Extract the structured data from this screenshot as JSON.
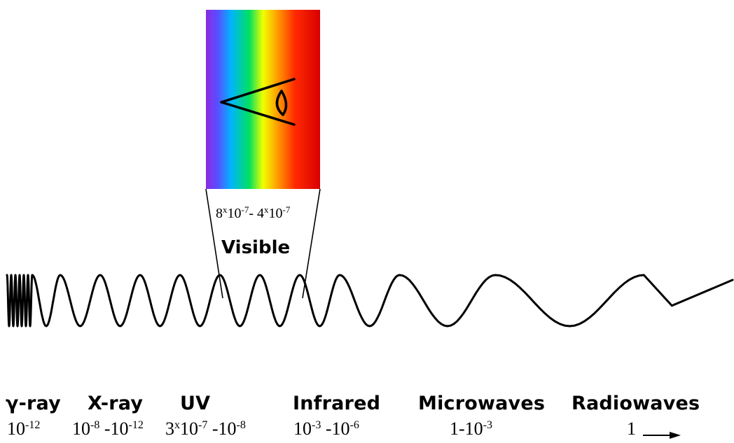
{
  "visible_band": {
    "label": "Visible",
    "range_parts": [
      "8",
      "x",
      "10",
      "-7",
      "- 4",
      "x",
      "10",
      "-7"
    ]
  },
  "bands": [
    {
      "label": "γ-ray",
      "range": [
        [
          "10",
          "-12"
        ]
      ]
    },
    {
      "label": "X-ray",
      "range": [
        [
          "10",
          "-8"
        ],
        [
          " -10",
          "-12"
        ]
      ]
    },
    {
      "label": "UV",
      "range": [
        [
          "3",
          "x"
        ],
        [
          "10",
          "-7"
        ],
        [
          " -10",
          "-8"
        ]
      ]
    },
    {
      "label": "Infrared",
      "range": [
        [
          "10",
          "-3"
        ],
        [
          " -10",
          "-6"
        ]
      ]
    },
    {
      "label": "Microwaves",
      "range": [
        [
          "1-10",
          "-3"
        ]
      ]
    },
    {
      "label": "Radiowaves",
      "range": [
        [
          "1",
          ""
        ]
      ]
    }
  ],
  "icons": {
    "eye": "eye-icon",
    "arrow": "right-arrow-icon"
  },
  "colors": {
    "spectrum": [
      "#8a2be2",
      "#4b5dff",
      "#00c8ff",
      "#00e060",
      "#f0ff00",
      "#ff9a00",
      "#ff2a00",
      "#d80000"
    ],
    "ink": "#000000"
  }
}
